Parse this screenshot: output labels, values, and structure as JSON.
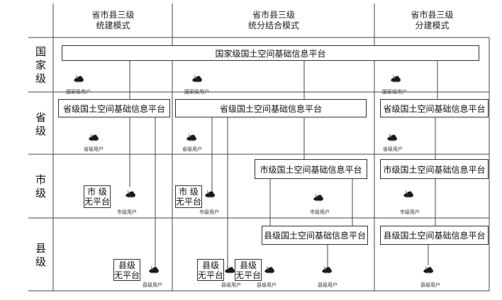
{
  "header": {
    "col1": [
      "省市县三级",
      "统建模式"
    ],
    "col2": [
      "省市县三级",
      "统分结合模式"
    ],
    "col3": [
      "省市县三级",
      "分建模式"
    ]
  },
  "rows": {
    "national": [
      "国",
      "家",
      "级"
    ],
    "province": [
      "省",
      "级"
    ],
    "city": [
      "市",
      "级"
    ],
    "county": [
      "县",
      "级"
    ]
  },
  "platforms": {
    "national": "国家级国土空间基础信息平台",
    "province": "省级国土空间基础信息平台",
    "city": "市级国土空间基础信息平台",
    "county": "县级国土空间基础信息平台"
  },
  "no_platform": {
    "city": [
      "市 级",
      "无平台"
    ],
    "county": [
      "县级",
      "无平台"
    ]
  },
  "users": {
    "national": "国家级用户",
    "province": "省级用户",
    "city": "市级用户",
    "county": "县级用户"
  }
}
